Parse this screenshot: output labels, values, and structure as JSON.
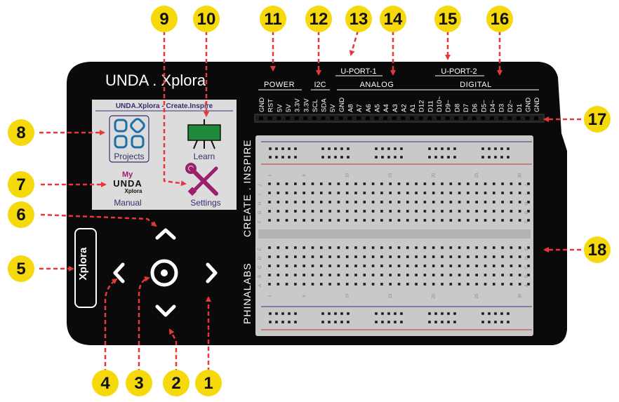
{
  "board": {
    "title": "UNDA . Xplora",
    "screen_header": "UNDA.Xplora - Create.Inspire",
    "side_button": "Xplora",
    "vertical_top": "CREATE . INSPIRE",
    "vertical_bottom": "PHINALABS"
  },
  "screen": {
    "projects_label": "Projects",
    "learn_label": "Learn",
    "manual_logo_top": "My",
    "manual_logo_mid": "UNDA",
    "manual_logo_bottom": "Xplora",
    "manual_label": "Manual",
    "settings_label": "Settings"
  },
  "headers": {
    "power": "POWER",
    "i2c": "I2C",
    "uport1": "U-PORT-1",
    "analog": "ANALOG",
    "uport2": "U-PORT-2",
    "digital": "DIGITAL"
  },
  "pins": [
    "GND",
    "RST",
    "5V",
    "5V",
    "3.3V",
    "3.3V",
    "SCL",
    "SDA",
    "5V",
    "GND",
    "A8",
    "A7",
    "A6",
    "A5",
    "A4",
    "A3",
    "A2",
    "A1",
    "D12",
    "D11",
    "D10~",
    "D9~",
    "D8",
    "D7",
    "D6",
    "D5~",
    "D4~",
    "D3",
    "D2~",
    "D1",
    "GND",
    "GND"
  ],
  "breadboard": {
    "row_letters_top": [
      "J",
      "I",
      "H",
      "G",
      "F"
    ],
    "row_letters_bottom": [
      "E",
      "D",
      "C",
      "B",
      "A"
    ],
    "column_numbers": [
      "1",
      "5",
      "10",
      "15",
      "20",
      "25",
      "30"
    ]
  },
  "callouts": [
    {
      "num": "1"
    },
    {
      "num": "2"
    },
    {
      "num": "3"
    },
    {
      "num": "4"
    },
    {
      "num": "5"
    },
    {
      "num": "6"
    },
    {
      "num": "7"
    },
    {
      "num": "8"
    },
    {
      "num": "9"
    },
    {
      "num": "10"
    },
    {
      "num": "11"
    },
    {
      "num": "12"
    },
    {
      "num": "13"
    },
    {
      "num": "14"
    },
    {
      "num": "15"
    },
    {
      "num": "16"
    },
    {
      "num": "17"
    },
    {
      "num": "18"
    }
  ],
  "colors": {
    "badge": "#f5d90a",
    "arrow": "#e8373a",
    "board": "#0a0a0a",
    "screen": "#dcdcdc",
    "breadboard": "#c9c9c9",
    "accent": "#9c1e6e"
  }
}
